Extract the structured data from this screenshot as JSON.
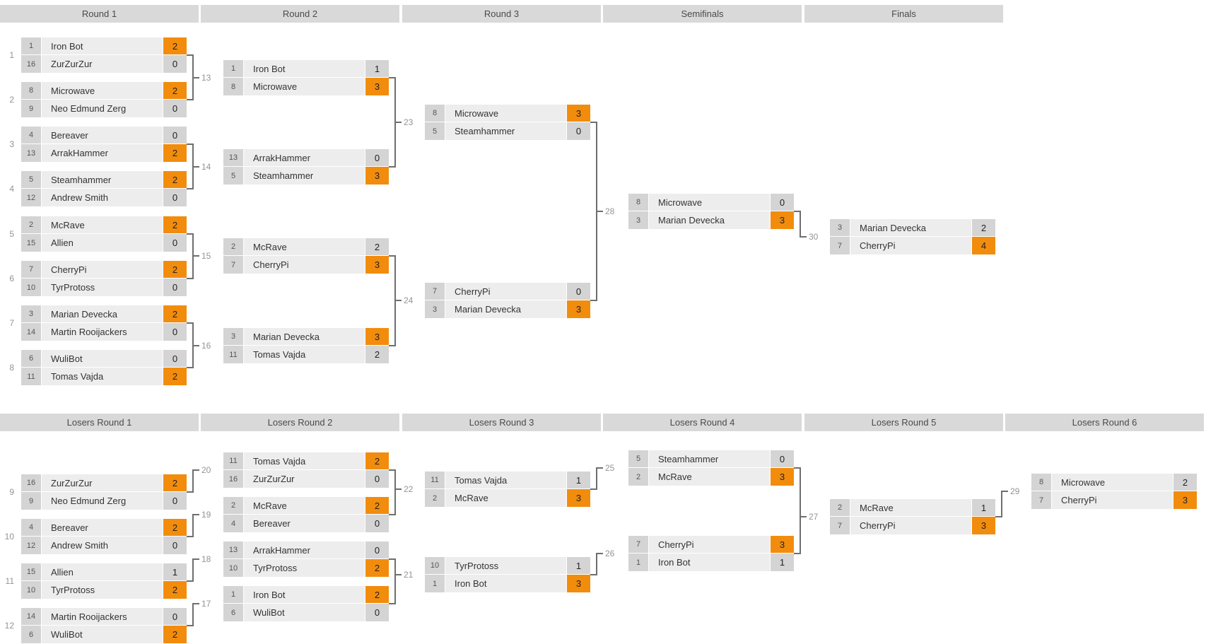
{
  "colors": {
    "winner_score_bg": "#f28c0d",
    "header_bg": "#d9d9d9",
    "row_bg": "#ededed",
    "seed_cell_bg": "#d4d4d4",
    "connector": "#6e6e6e"
  },
  "winners": {
    "headers": [
      "Round 1",
      "Round 2",
      "Round 3",
      "Semifinals",
      "Finals"
    ],
    "matches": [
      {
        "id": "1",
        "players": [
          {
            "seed": "1",
            "name": "Iron Bot",
            "score": "2",
            "winner": true
          },
          {
            "seed": "16",
            "name": "ZurZurZur",
            "score": "0",
            "winner": false
          }
        ]
      },
      {
        "id": "2",
        "players": [
          {
            "seed": "8",
            "name": "Microwave",
            "score": "2",
            "winner": true
          },
          {
            "seed": "9",
            "name": "Neo Edmund Zerg",
            "score": "0",
            "winner": false
          }
        ]
      },
      {
        "id": "3",
        "players": [
          {
            "seed": "4",
            "name": "Bereaver",
            "score": "0",
            "winner": false
          },
          {
            "seed": "13",
            "name": "ArrakHammer",
            "score": "2",
            "winner": true
          }
        ]
      },
      {
        "id": "4",
        "players": [
          {
            "seed": "5",
            "name": "Steamhammer",
            "score": "2",
            "winner": true
          },
          {
            "seed": "12",
            "name": "Andrew Smith",
            "score": "0",
            "winner": false
          }
        ]
      },
      {
        "id": "5",
        "players": [
          {
            "seed": "2",
            "name": "McRave",
            "score": "2",
            "winner": true
          },
          {
            "seed": "15",
            "name": "Allien",
            "score": "0",
            "winner": false
          }
        ]
      },
      {
        "id": "6",
        "players": [
          {
            "seed": "7",
            "name": "CherryPi",
            "score": "2",
            "winner": true
          },
          {
            "seed": "10",
            "name": "TyrProtoss",
            "score": "0",
            "winner": false
          }
        ]
      },
      {
        "id": "7",
        "players": [
          {
            "seed": "3",
            "name": "Marian Devecka",
            "score": "2",
            "winner": true
          },
          {
            "seed": "14",
            "name": "Martin Rooijackers",
            "score": "0",
            "winner": false
          }
        ]
      },
      {
        "id": "8",
        "players": [
          {
            "seed": "6",
            "name": "WuliBot",
            "score": "0",
            "winner": false
          },
          {
            "seed": "11",
            "name": "Tomas Vajda",
            "score": "2",
            "winner": true
          }
        ]
      },
      {
        "id": "13",
        "players": [
          {
            "seed": "1",
            "name": "Iron Bot",
            "score": "1",
            "winner": false
          },
          {
            "seed": "8",
            "name": "Microwave",
            "score": "3",
            "winner": true
          }
        ]
      },
      {
        "id": "14",
        "players": [
          {
            "seed": "13",
            "name": "ArrakHammer",
            "score": "0",
            "winner": false
          },
          {
            "seed": "5",
            "name": "Steamhammer",
            "score": "3",
            "winner": true
          }
        ]
      },
      {
        "id": "15",
        "players": [
          {
            "seed": "2",
            "name": "McRave",
            "score": "2",
            "winner": false
          },
          {
            "seed": "7",
            "name": "CherryPi",
            "score": "3",
            "winner": true
          }
        ]
      },
      {
        "id": "16",
        "players": [
          {
            "seed": "3",
            "name": "Marian Devecka",
            "score": "3",
            "winner": true
          },
          {
            "seed": "11",
            "name": "Tomas Vajda",
            "score": "2",
            "winner": false
          }
        ]
      },
      {
        "id": "23",
        "players": [
          {
            "seed": "8",
            "name": "Microwave",
            "score": "3",
            "winner": true
          },
          {
            "seed": "5",
            "name": "Steamhammer",
            "score": "0",
            "winner": false
          }
        ]
      },
      {
        "id": "24",
        "players": [
          {
            "seed": "7",
            "name": "CherryPi",
            "score": "0",
            "winner": false
          },
          {
            "seed": "3",
            "name": "Marian Devecka",
            "score": "3",
            "winner": true
          }
        ]
      },
      {
        "id": "28",
        "players": [
          {
            "seed": "8",
            "name": "Microwave",
            "score": "0",
            "winner": false
          },
          {
            "seed": "3",
            "name": "Marian Devecka",
            "score": "3",
            "winner": true
          }
        ]
      },
      {
        "id": "30",
        "players": [
          {
            "seed": "3",
            "name": "Marian Devecka",
            "score": "2",
            "winner": false
          },
          {
            "seed": "7",
            "name": "CherryPi",
            "score": "4",
            "winner": true
          }
        ]
      }
    ]
  },
  "losers": {
    "headers": [
      "Losers Round 1",
      "Losers Round 2",
      "Losers Round 3",
      "Losers Round 4",
      "Losers Round 5",
      "Losers Round 6"
    ],
    "matches": [
      {
        "id": "9",
        "players": [
          {
            "seed": "16",
            "name": "ZurZurZur",
            "score": "2",
            "winner": true
          },
          {
            "seed": "9",
            "name": "Neo Edmund Zerg",
            "score": "0",
            "winner": false
          }
        ]
      },
      {
        "id": "10",
        "players": [
          {
            "seed": "4",
            "name": "Bereaver",
            "score": "2",
            "winner": true
          },
          {
            "seed": "12",
            "name": "Andrew Smith",
            "score": "0",
            "winner": false
          }
        ]
      },
      {
        "id": "11",
        "players": [
          {
            "seed": "15",
            "name": "Allien",
            "score": "1",
            "winner": false
          },
          {
            "seed": "10",
            "name": "TyrProtoss",
            "score": "2",
            "winner": true
          }
        ]
      },
      {
        "id": "12",
        "players": [
          {
            "seed": "14",
            "name": "Martin Rooijackers",
            "score": "0",
            "winner": false
          },
          {
            "seed": "6",
            "name": "WuliBot",
            "score": "2",
            "winner": true
          }
        ]
      },
      {
        "id": "20",
        "players": [
          {
            "seed": "11",
            "name": "Tomas Vajda",
            "score": "2",
            "winner": true
          },
          {
            "seed": "16",
            "name": "ZurZurZur",
            "score": "0",
            "winner": false
          }
        ]
      },
      {
        "id": "19",
        "players": [
          {
            "seed": "2",
            "name": "McRave",
            "score": "2",
            "winner": true
          },
          {
            "seed": "4",
            "name": "Bereaver",
            "score": "0",
            "winner": false
          }
        ]
      },
      {
        "id": "18",
        "players": [
          {
            "seed": "13",
            "name": "ArrakHammer",
            "score": "0",
            "winner": false
          },
          {
            "seed": "10",
            "name": "TyrProtoss",
            "score": "2",
            "winner": true
          }
        ]
      },
      {
        "id": "17",
        "players": [
          {
            "seed": "1",
            "name": "Iron Bot",
            "score": "2",
            "winner": true
          },
          {
            "seed": "6",
            "name": "WuliBot",
            "score": "0",
            "winner": false
          }
        ]
      },
      {
        "id": "22",
        "players": [
          {
            "seed": "11",
            "name": "Tomas Vajda",
            "score": "1",
            "winner": false
          },
          {
            "seed": "2",
            "name": "McRave",
            "score": "3",
            "winner": true
          }
        ]
      },
      {
        "id": "21",
        "players": [
          {
            "seed": "10",
            "name": "TyrProtoss",
            "score": "1",
            "winner": false
          },
          {
            "seed": "1",
            "name": "Iron Bot",
            "score": "3",
            "winner": true
          }
        ]
      },
      {
        "id": "25",
        "players": [
          {
            "seed": "5",
            "name": "Steamhammer",
            "score": "0",
            "winner": false
          },
          {
            "seed": "2",
            "name": "McRave",
            "score": "3",
            "winner": true
          }
        ]
      },
      {
        "id": "26",
        "players": [
          {
            "seed": "7",
            "name": "CherryPi",
            "score": "3",
            "winner": true
          },
          {
            "seed": "1",
            "name": "Iron Bot",
            "score": "1",
            "winner": false
          }
        ]
      },
      {
        "id": "27",
        "players": [
          {
            "seed": "2",
            "name": "McRave",
            "score": "1",
            "winner": false
          },
          {
            "seed": "7",
            "name": "CherryPi",
            "score": "3",
            "winner": true
          }
        ]
      },
      {
        "id": "29",
        "players": [
          {
            "seed": "8",
            "name": "Microwave",
            "score": "2",
            "winner": false
          },
          {
            "seed": "7",
            "name": "CherryPi",
            "score": "3",
            "winner": true
          }
        ]
      }
    ]
  }
}
